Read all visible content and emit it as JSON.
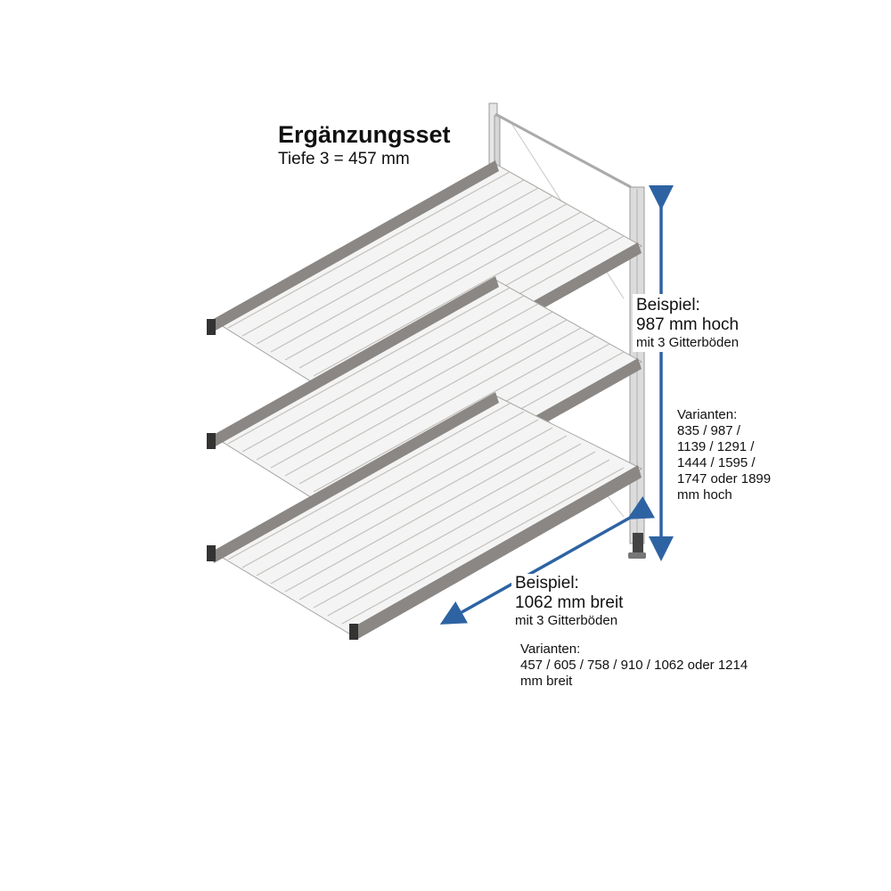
{
  "header": {
    "title": "Ergänzungsset",
    "subtitle": "Tiefe 3 = 457 mm"
  },
  "height_dimension": {
    "example_label": "Beispiel:",
    "example_value": "987 mm hoch",
    "example_note": "mit 3 Gitterböden",
    "variants_label": "Varianten:",
    "variants_lines": [
      "835 / 987 /",
      "1139 / 1291 /",
      "1444 / 1595 /",
      "1747 oder 1899",
      "mm hoch"
    ]
  },
  "width_dimension": {
    "example_label": "Beispiel:",
    "example_value": "1062 mm breit",
    "example_note": "mit 3 Gitterböden",
    "variants_label": "Varianten:",
    "variants_lines": [
      "457 / 605 / 758 / 910 / 1062 oder 1214",
      "mm breit"
    ]
  },
  "drawing": {
    "shelf_count": 3,
    "arrow_color": "#2e63a3",
    "frame_color": "#d8d8d8",
    "rail_color": "#8a8784",
    "wire_color": "#bdbab6"
  }
}
